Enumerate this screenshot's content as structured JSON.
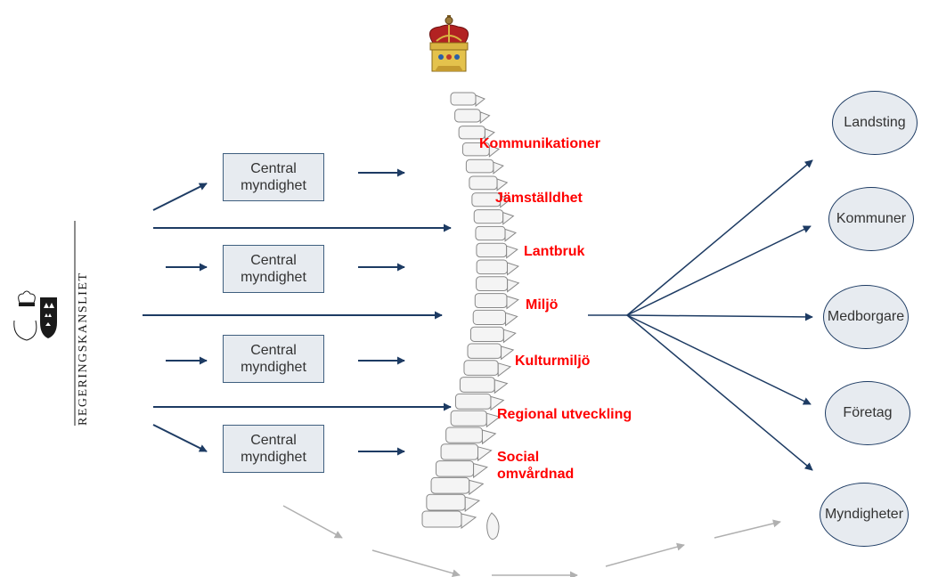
{
  "crown_icon": "crown-icon",
  "spine_icon": "spine-illustration",
  "logo": {
    "text": "REGERINGSKANSLIET",
    "emblem": "crown-shield-emblem"
  },
  "agency_boxes": [
    {
      "line1": "Central",
      "line2": "myndighet"
    },
    {
      "line1": "Central",
      "line2": "myndighet"
    },
    {
      "line1": "Central",
      "line2": "myndighet"
    },
    {
      "line1": "Central",
      "line2": "myndighet"
    }
  ],
  "topics": {
    "kommunikationer": "Kommunikationer",
    "jamstalldhet": "Jämställdhet",
    "lantbruk": "Lantbruk",
    "miljo": "Miljö",
    "kulturmiljo": "Kulturmiljö",
    "regional": "Regional utveckling",
    "social_1": "Social",
    "social_2": "omvårdnad"
  },
  "targets": {
    "landsting": "Landsting",
    "kommuner": "Kommuner",
    "medborgare": "Medborgare",
    "foretag": "Företag",
    "myndigheter": "Myndigheter"
  },
  "colors": {
    "arrow": "#1d3b63",
    "faded_arrow": "#b0b0b0",
    "topic_text": "#ff0000",
    "box_fill": "#e7ebf0"
  }
}
